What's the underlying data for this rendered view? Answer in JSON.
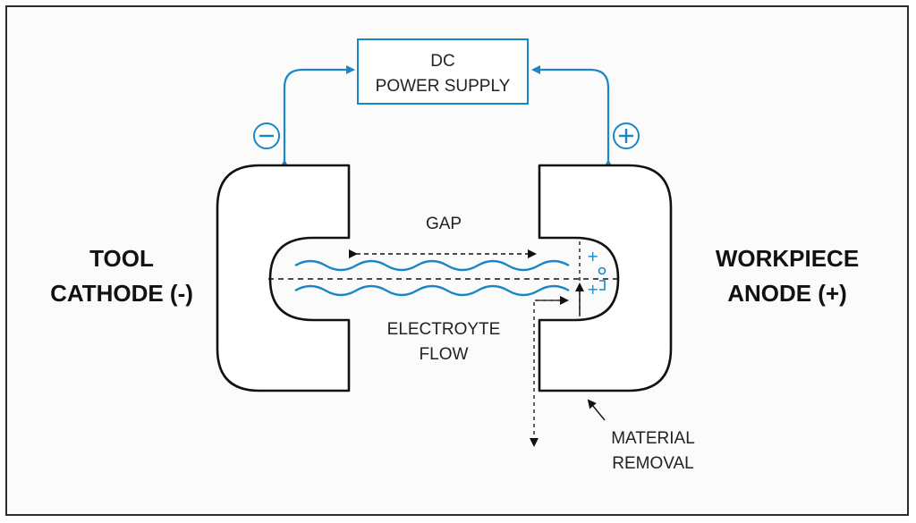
{
  "power_supply": {
    "line1": "DC",
    "line2": "POWER SUPPLY"
  },
  "polarity": {
    "negative": "−",
    "positive": "+"
  },
  "tool": {
    "line1": "TOOL",
    "line2": "CATHODE (-)"
  },
  "workpiece": {
    "line1": "WORKPIECE",
    "line2": "ANODE (+)"
  },
  "gap_label": "GAP",
  "electrolyte": {
    "line1": "ELECTROYTE",
    "line2": "FLOW"
  },
  "material_removal": {
    "line1": "MATERIAL",
    "line2": "REMOVAL"
  },
  "ion_markers": {
    "plus": "+",
    "circle": "o"
  },
  "colors": {
    "accent": "#1a86c8",
    "outline": "#111111"
  }
}
